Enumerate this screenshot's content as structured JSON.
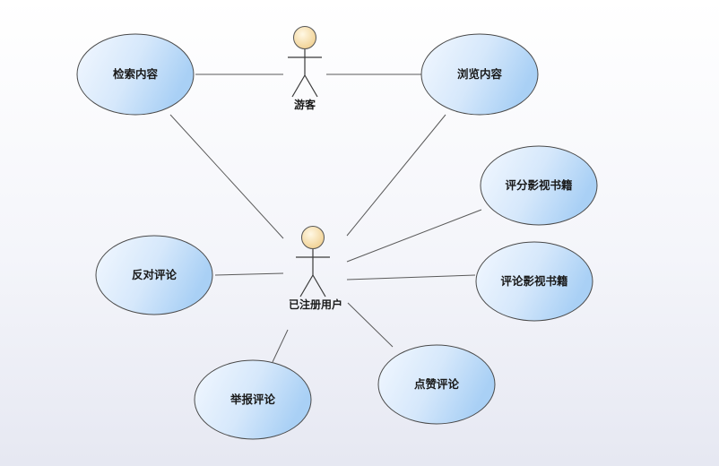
{
  "actors": {
    "visitor": "游客",
    "registered_user": "已注册用户"
  },
  "use_cases": {
    "search_content": "检索内容",
    "browse_content": "浏览内容",
    "rate_media": "评分影视书籍",
    "comment_media": "评论影视书籍",
    "oppose_comment": "反对评论",
    "like_comment": "点赞评论",
    "report_comment": "举报评论"
  },
  "colors": {
    "use_case_fill_light": "#f3f8ff",
    "use_case_fill_dark": "#a9d0f5",
    "actor_head_light": "#fff8e4",
    "actor_head_dark": "#f0cf8f",
    "line": "#5a5a5a"
  }
}
